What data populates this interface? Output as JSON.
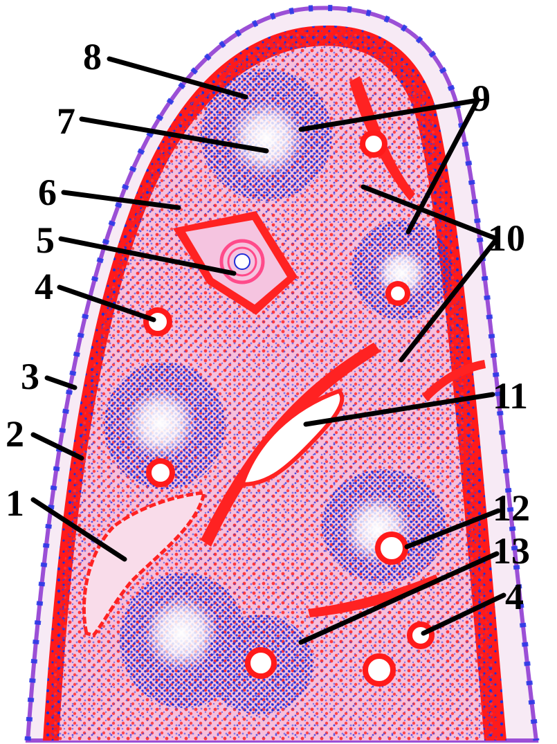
{
  "labels": {
    "l1": "1",
    "l2": "2",
    "l3": "3",
    "l4a": "4",
    "l4b": "4",
    "l5": "5",
    "l6": "6",
    "l7": "7",
    "l8": "8",
    "l9": "9",
    "l10": "10",
    "l11": "11",
    "l12": "12",
    "l13": "13"
  },
  "colors": {
    "capsule": "#ff1a1a",
    "outer_membrane": "#9b4fd6",
    "lymphocytes": "#1f2fd8",
    "red_pulp_bg": "#f3b3d6",
    "germinal_center": "#ffffff",
    "label_text": "#000000"
  }
}
